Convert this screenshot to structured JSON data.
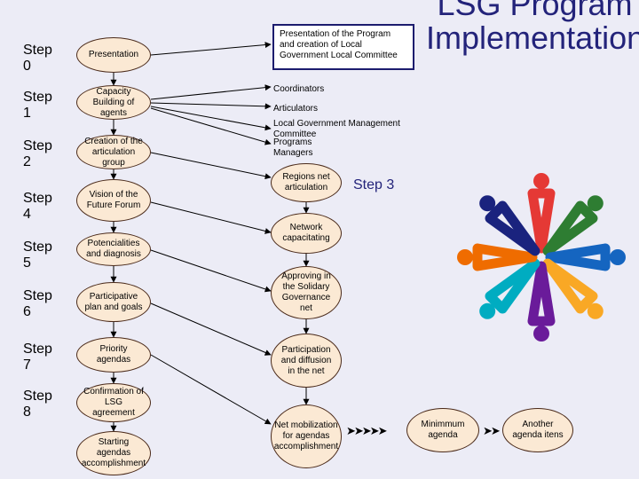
{
  "title": "LSG Program Implementation",
  "steps": [
    "Step 0",
    "Step 1",
    "Step 2",
    "Step 4",
    "Step 5",
    "Step 6",
    "Step 7",
    "Step 8"
  ],
  "left_nodes": [
    "Presentation",
    "Capacity Building of agents",
    "Creation of the articulation group",
    "Vision of the Future Forum",
    "Potencialities and diagnosis",
    "Participative plan and goals",
    "Priority agendas",
    "Confirmation of LSG agreement",
    "Starting agendas accomplishment"
  ],
  "top_box": "Presentation of the Program and creation of Local Government Local Committee",
  "plain_items": [
    "Coordinators",
    "Articulators",
    "Local Government Management Committee",
    "Programs Managers"
  ],
  "right_nodes": [
    "Regions net articulation",
    "Network capacitating",
    "Approving in the Solidary Governance net",
    "Participation and diffusion in the net",
    "Net mobilization for agendas accomplishment"
  ],
  "step3": "Step 3",
  "end_nodes": [
    "Minimmum agenda",
    "Another agenda itens"
  ],
  "colors": {
    "node_fill": "#fbe9d4",
    "node_border": "#4a2a1a",
    "title": "#23237a",
    "background": "#ececf6",
    "logo_figures": [
      "#e53935",
      "#2e7d32",
      "#1565c0",
      "#f9a825",
      "#6a1b9a",
      "#00acc1",
      "#ef6c00",
      "#1a237e"
    ]
  }
}
